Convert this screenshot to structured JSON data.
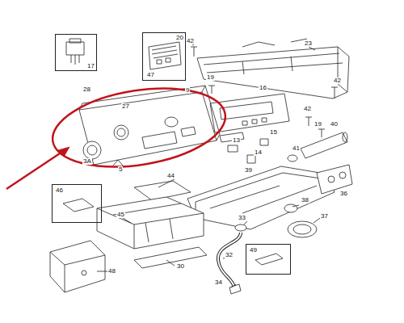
{
  "diagram": {
    "nodes": [
      {
        "text": [
          "17"
        ]
      },
      {
        "text": [
          "20",
          "47"
        ]
      },
      {
        "text": [
          "46"
        ]
      },
      {
        "text": [
          "49"
        ]
      }
    ],
    "labels": [
      "42",
      "23",
      "42",
      "28",
      "19",
      "9",
      "16",
      "27",
      "42",
      "19",
      "3A",
      "5",
      "13",
      "14",
      "15",
      "41",
      "40",
      "44",
      "39",
      "36",
      "38",
      "33",
      "37",
      "45",
      "32",
      "34",
      "30",
      "48"
    ]
  }
}
